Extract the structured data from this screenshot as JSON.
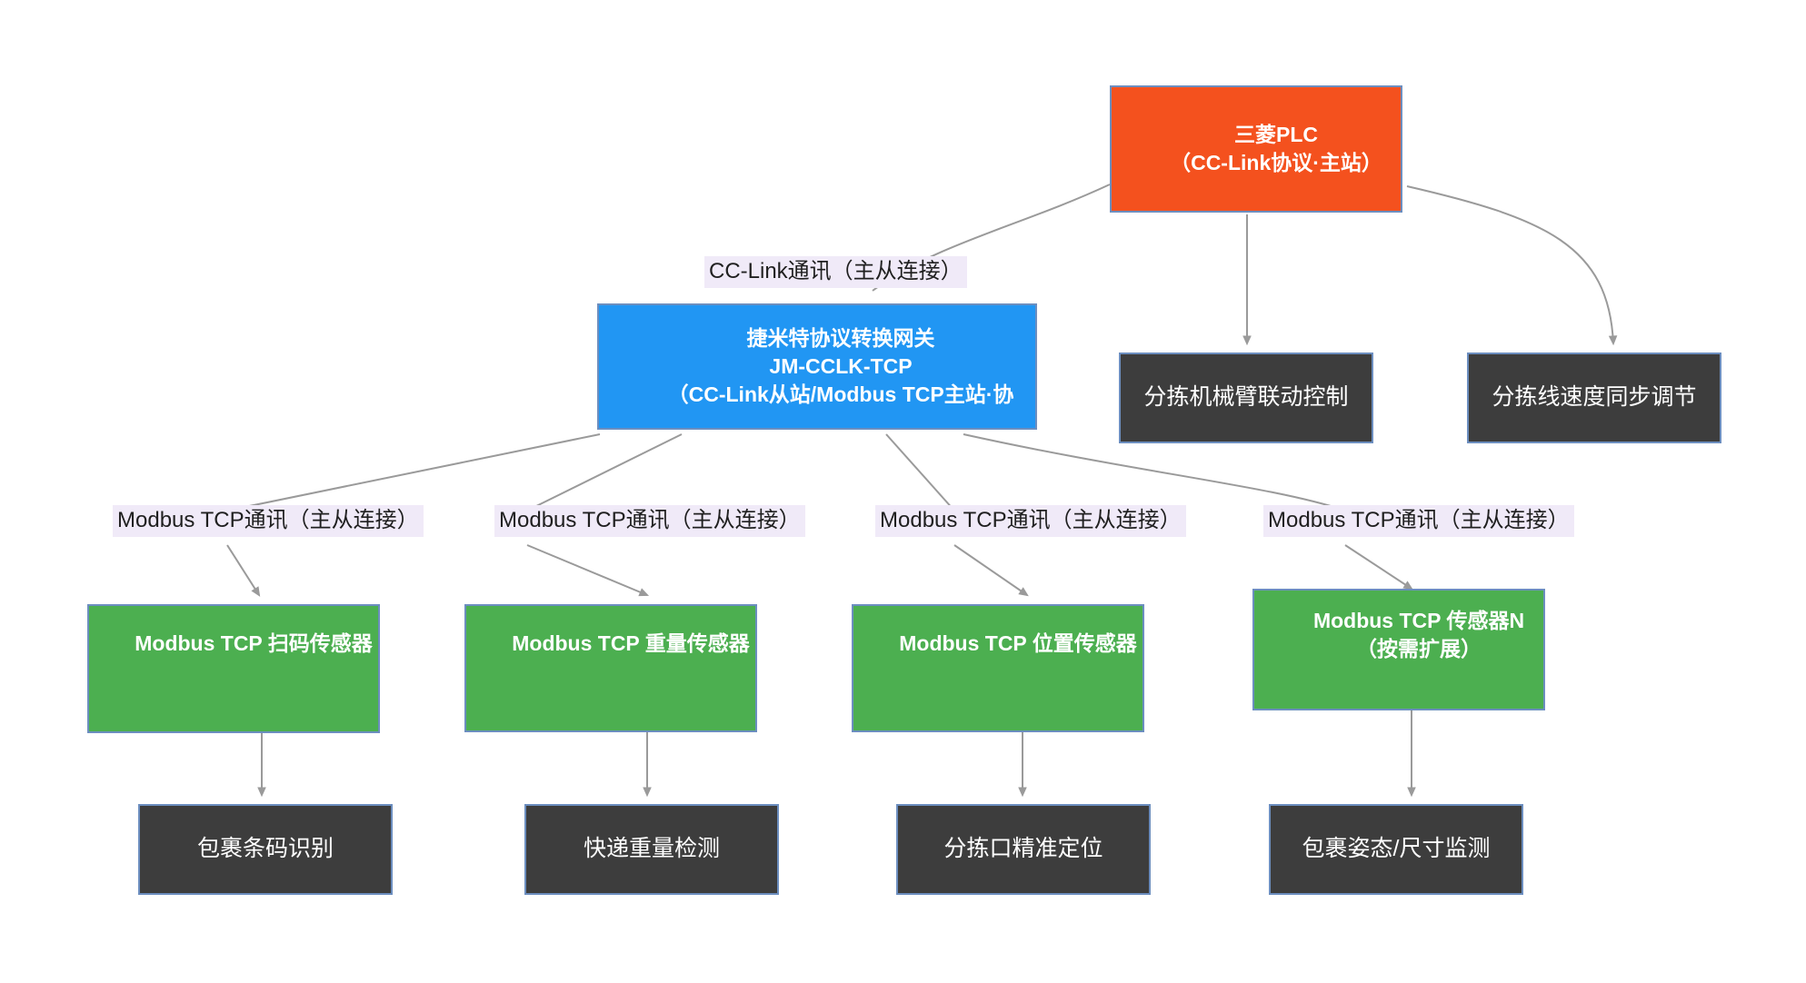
{
  "diagram": {
    "title_bg": "#ffffff",
    "colors": {
      "plc": "#f4511e",
      "gateway": "#2196f3",
      "sensor": "#4caf50",
      "task": "#3d3d3d",
      "border": "#6c8ebf",
      "edge_line": "#9a9a9a",
      "label_bg": "#f0eaf8"
    },
    "nodes": {
      "plc": {
        "line1": "三菱PLC",
        "line2": "（CC-Link协议·主站）"
      },
      "gateway": {
        "line1": "捷米特协议转换网关",
        "line2": "JM-CCLK-TCP",
        "line3": "（CC-Link从站/Modbus TCP主站·协"
      },
      "plc_tasks": [
        {
          "label": "分拣机械臂联动控制"
        },
        {
          "label": "分拣线速度同步调节"
        }
      ],
      "sensors": [
        {
          "line1": "Modbus TCP 扫码传感器",
          "line2": ""
        },
        {
          "line1": "Modbus TCP 重量传感器",
          "line2": ""
        },
        {
          "line1": "Modbus TCP 位置传感器",
          "line2": ""
        },
        {
          "line1": "Modbus TCP 传感器N",
          "line2": "（按需扩展）"
        }
      ],
      "sensor_tasks": [
        {
          "label": "包裹条码识别"
        },
        {
          "label": "快递重量检测"
        },
        {
          "label": "分拣口精准定位"
        },
        {
          "label": "包裹姿态/尺寸监测"
        }
      ]
    },
    "edge_labels": {
      "cclink": "CC-Link通讯（主从连接）",
      "modbus": [
        "Modbus TCP通讯（主从连接）",
        "Modbus TCP通讯（主从连接）",
        "Modbus TCP通讯（主从连接）",
        "Modbus TCP通讯（主从连接）"
      ]
    }
  }
}
